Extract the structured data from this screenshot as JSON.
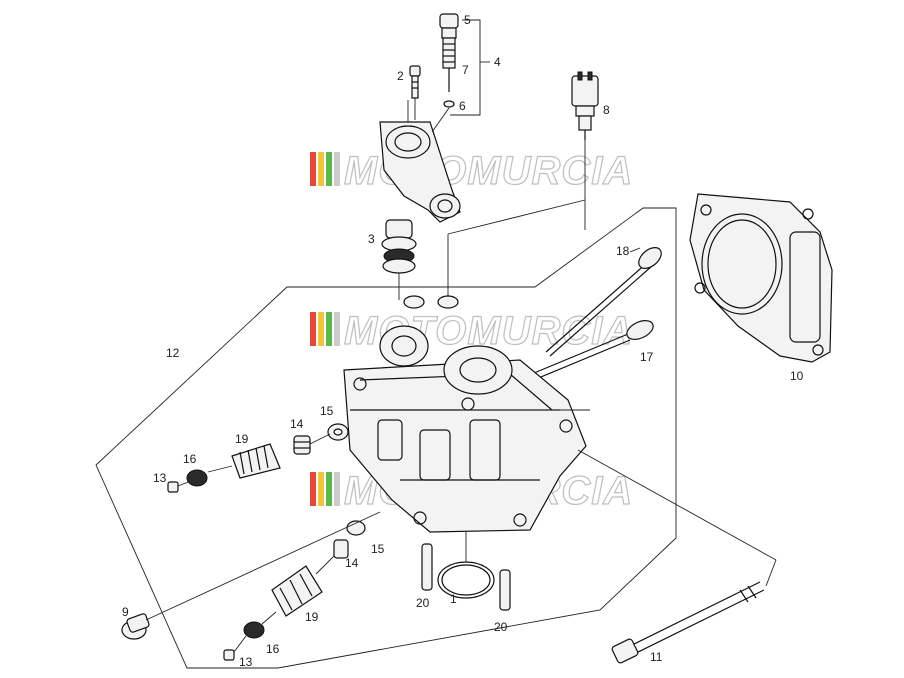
{
  "watermark": {
    "text": "MOTOMURCIA",
    "stripe_colors": [
      "#e8483b",
      "#f2c437",
      "#58b947",
      "#cccccc"
    ]
  },
  "callouts": {
    "p1": "1",
    "p2": "2",
    "p3": "3",
    "p4": "4",
    "p5": "5",
    "p6": "6",
    "p7": "7",
    "p8": "8",
    "p9": "9",
    "p10": "10",
    "p11": "11",
    "p12": "12",
    "p13a": "13",
    "p13b": "13",
    "p14a": "14",
    "p14b": "14",
    "p15a": "15",
    "p15b": "15",
    "p16a": "16",
    "p16b": "16",
    "p17": "17",
    "p18": "18",
    "p19a": "19",
    "p19b": "19",
    "p20a": "20",
    "p20b": "20"
  }
}
